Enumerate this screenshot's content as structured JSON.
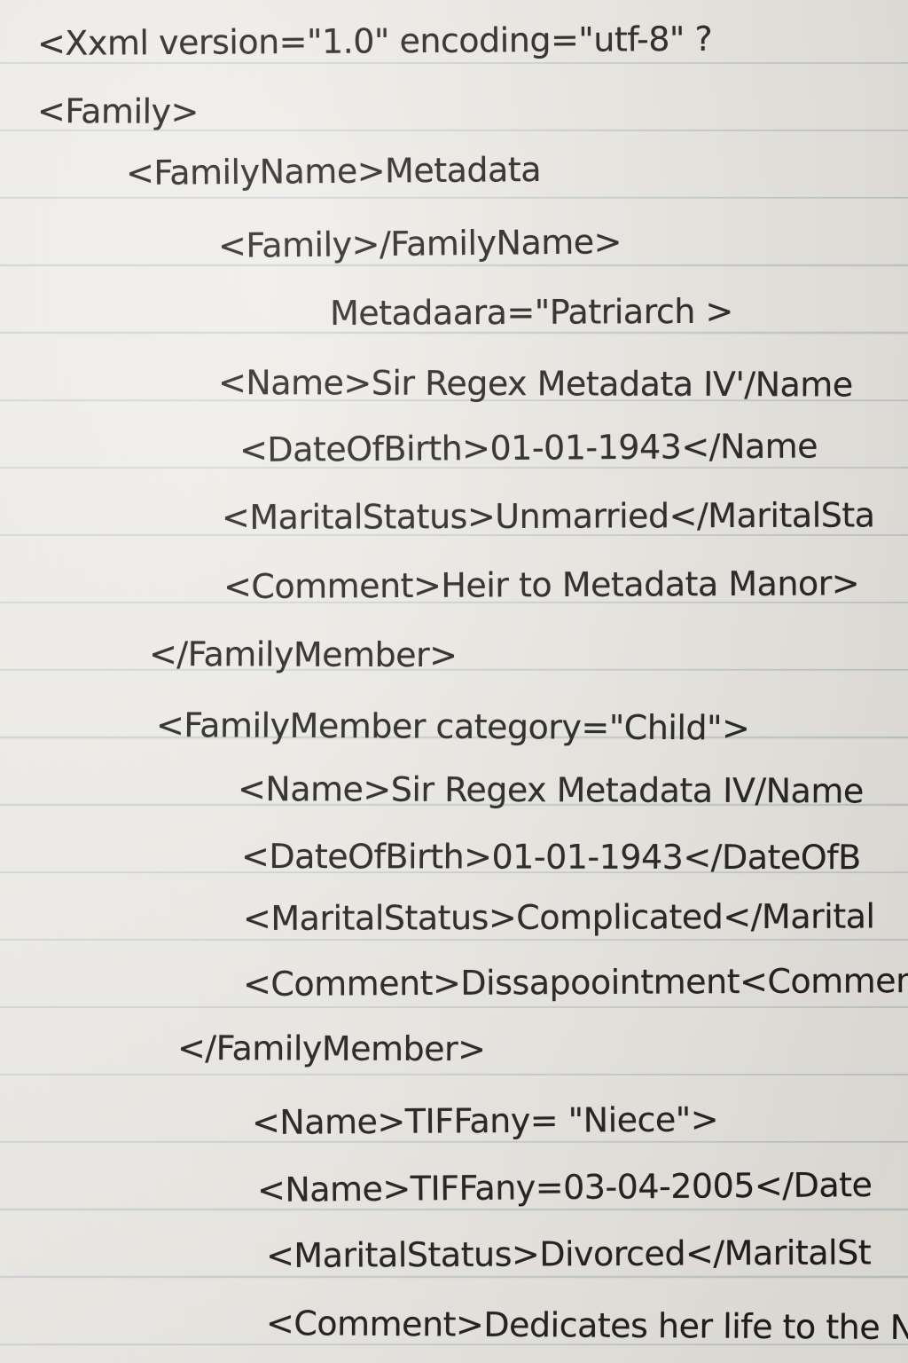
{
  "lines": [
    "<Xxml version=\"1.0\" encoding=\"utf-8\" ?",
    "<Family>",
    "<FamilyName>Metadata",
    "<Family>/FamilyName>",
    "Metadaara=\"Patriarch >",
    "<Name>Sir Regex Metadata IV'/Name",
    "<DateOfBirth>01-01-1943</Name",
    "<MaritalStatus>Unmarried</MaritalSta",
    "<Comment>Heir to Metadata Manor>",
    "</FamilyMember>",
    "<FamilyMember category=\"Child\">",
    "<Name>Sir Regex Metadata IV/Name",
    "<DateOfBirth>01-01-1943</DateOfB",
    "<MaritalStatus>Complicated</Marital",
    "<Comment>Dissapoointment<Comment",
    "</FamilyMember>",
    "<Name>TIFFany= \"Niece\">",
    "<Name>TIFFany=03-04-2005</Date",
    "<MaritalStatus>Divorced</MaritalSt",
    "<Comment>Dedicates her life to the Nibblear"
  ]
}
